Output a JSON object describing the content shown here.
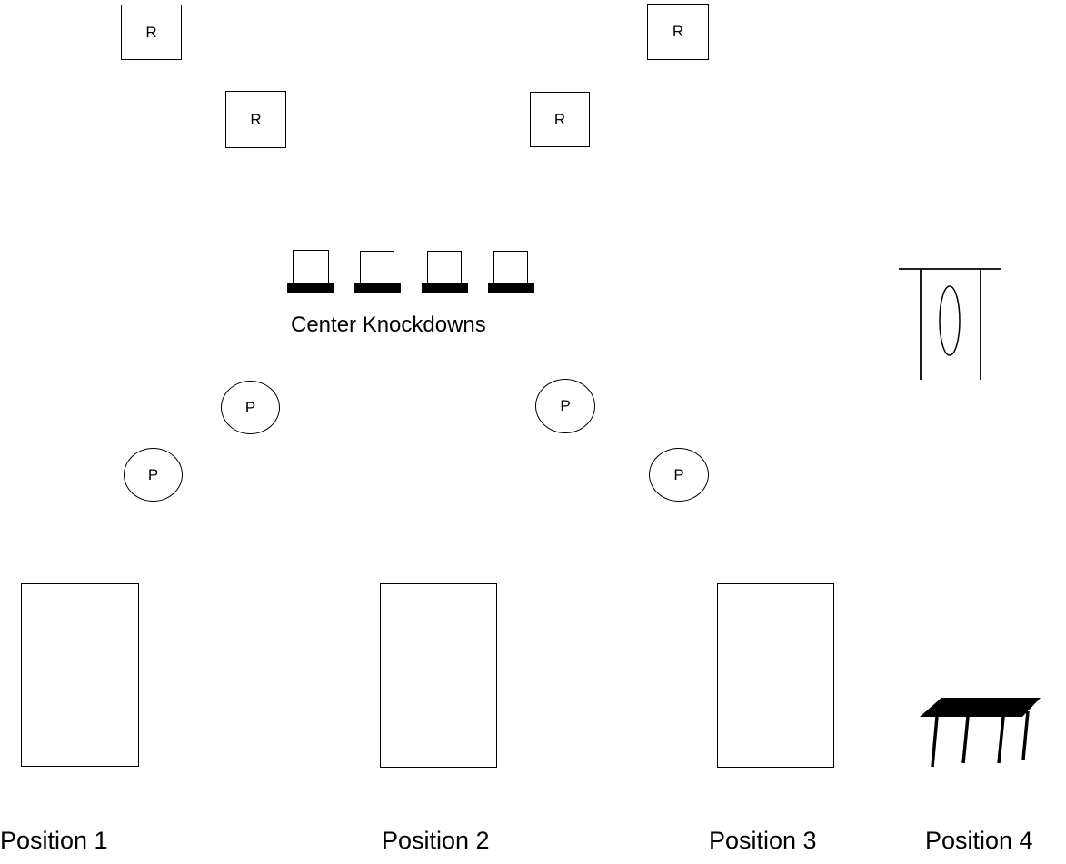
{
  "rear_target_label": "R",
  "popper_label": "P",
  "center_caption": "Center Knockdowns",
  "positions": [
    "Position 1",
    "Position 2",
    "Position 3",
    "Position 4"
  ]
}
